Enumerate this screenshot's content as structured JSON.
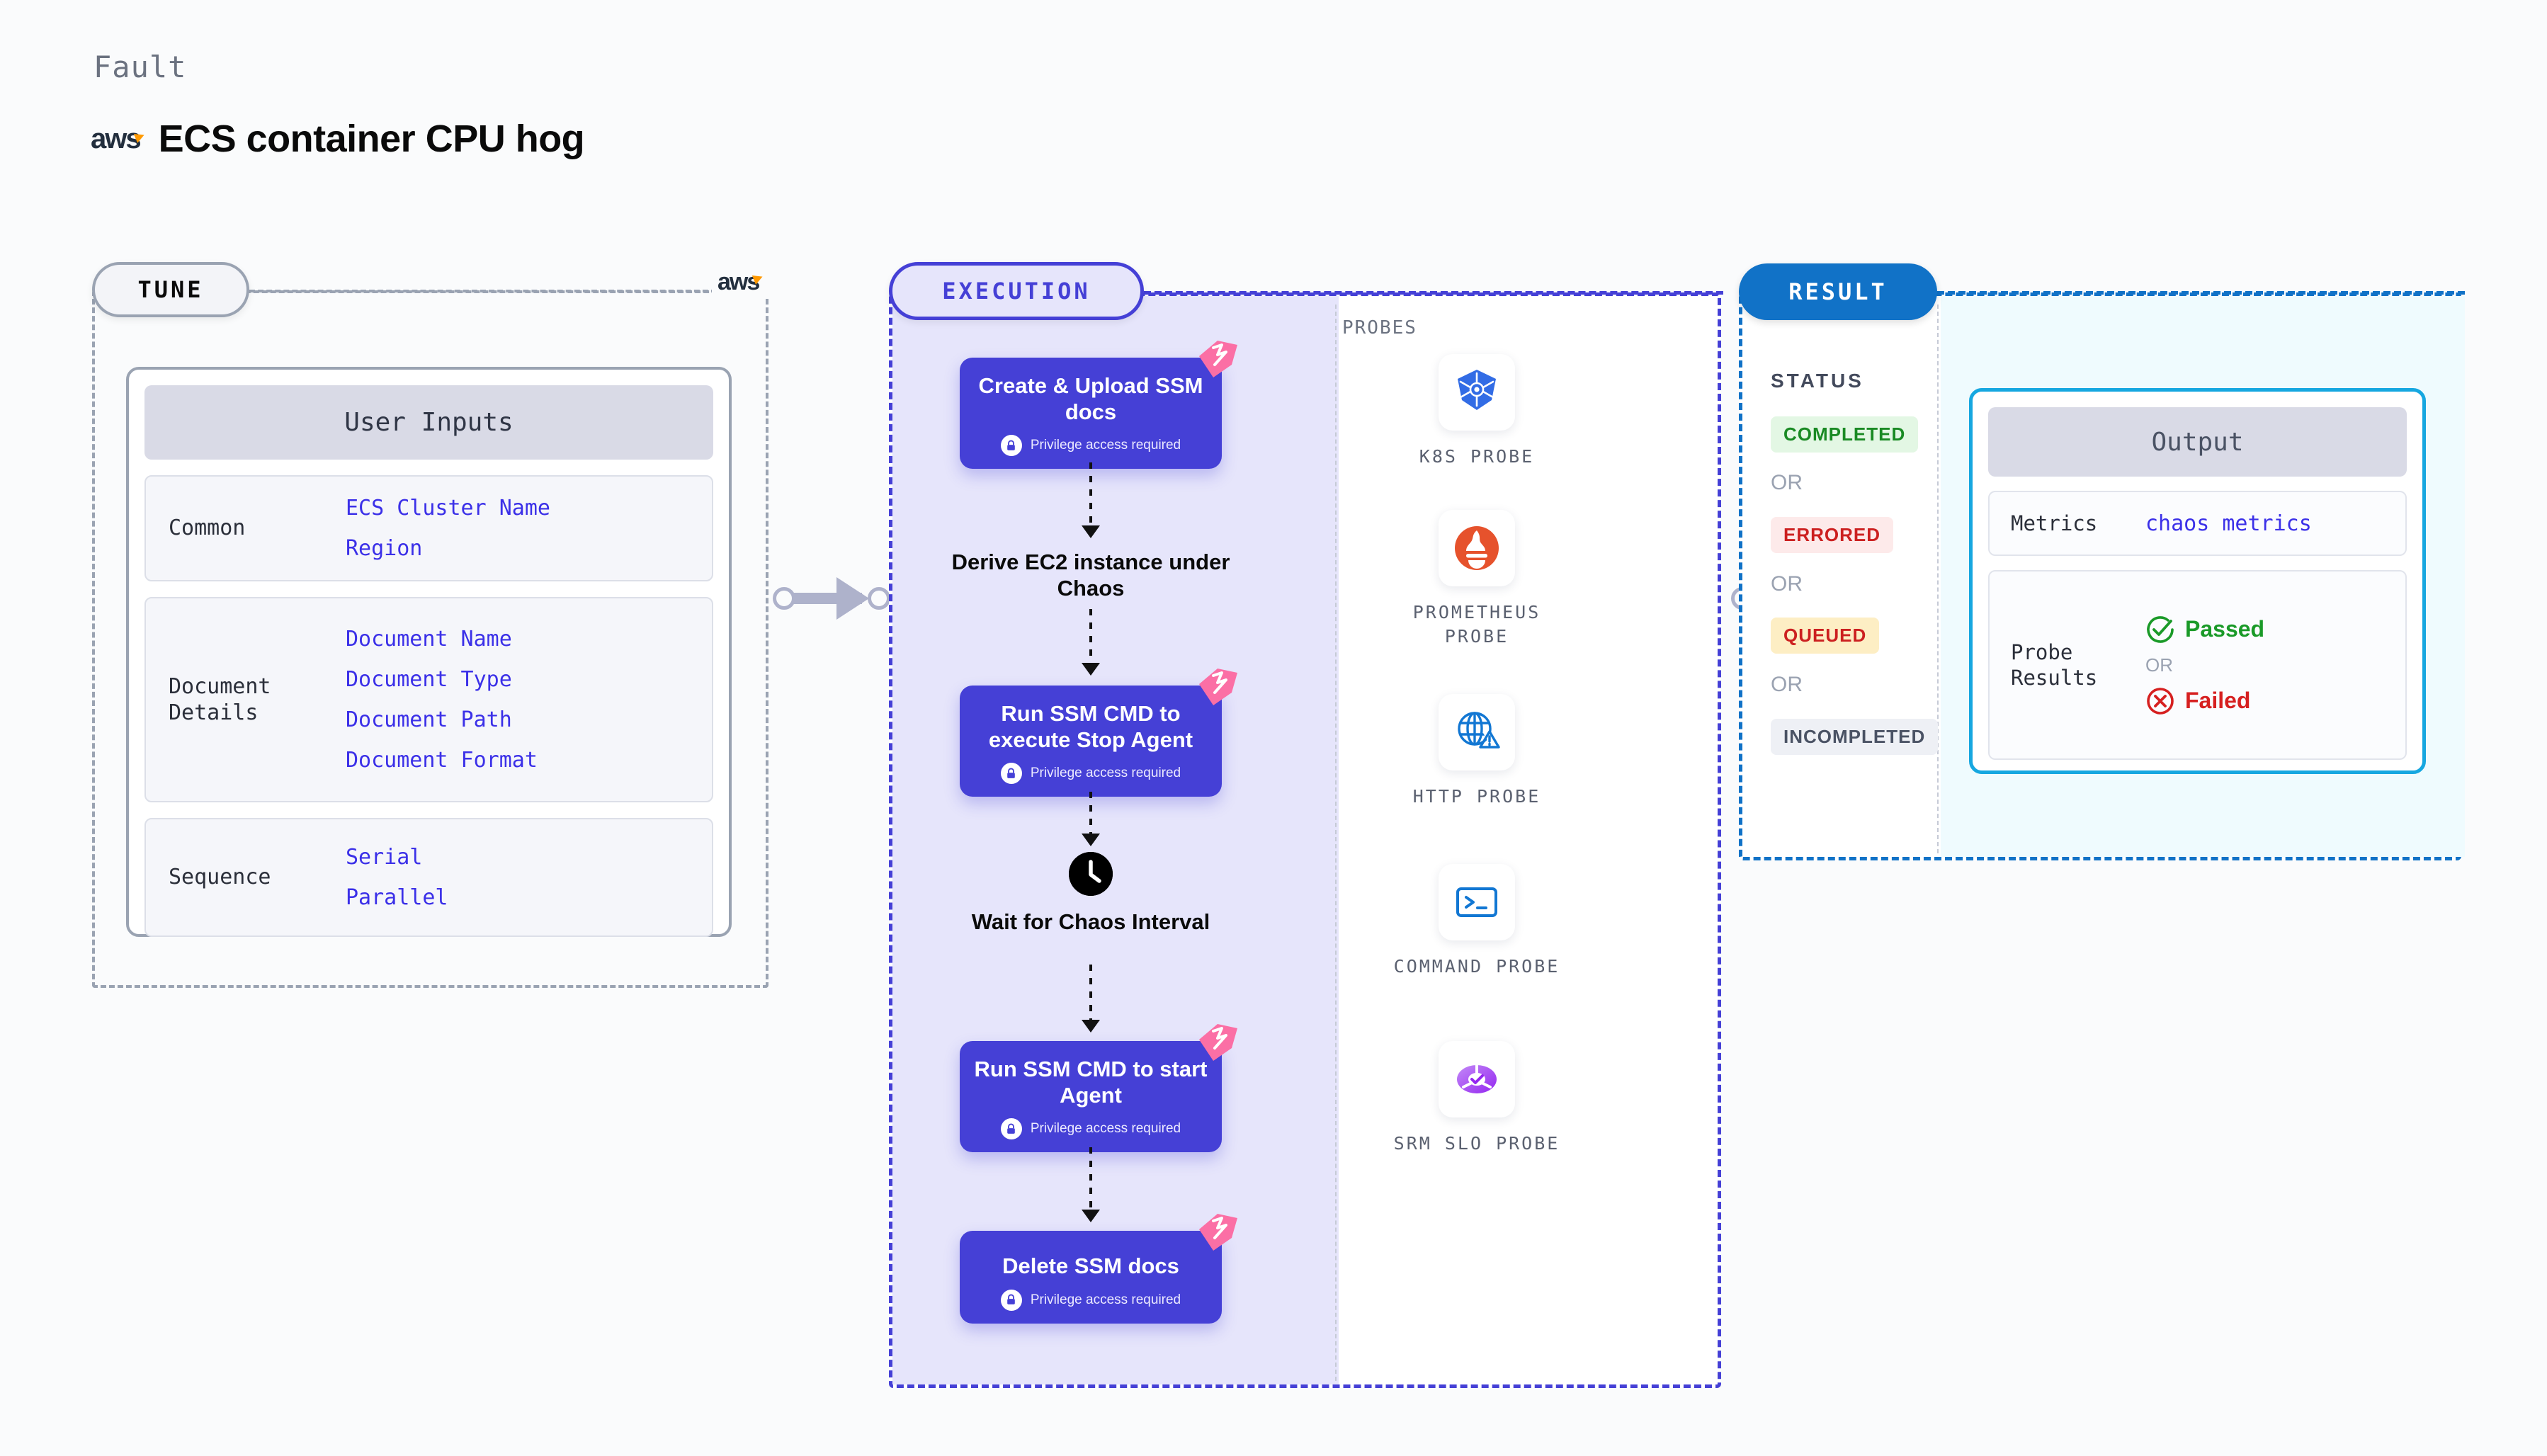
{
  "header": {
    "eyebrow": "Fault",
    "title": "ECS container CPU hog",
    "logo_text": "aws",
    "logo_name": "aws-logo"
  },
  "tune": {
    "pill_label": "TUNE",
    "card_title": "User Inputs",
    "sections": [
      {
        "label": "Common",
        "values": [
          "ECS Cluster Name",
          "Region"
        ]
      },
      {
        "label": "Document\nDetails",
        "values": [
          "Document Name",
          "Document Type",
          "Document Path",
          "Document Format"
        ]
      },
      {
        "label": "Sequence",
        "values": [
          "Serial",
          "Parallel"
        ]
      }
    ]
  },
  "execution": {
    "pill_label": "EXECUTION",
    "privilege_note": "Privilege access required",
    "steps": [
      {
        "type": "task",
        "label": "Create & Upload SSM docs",
        "privileged": true
      },
      {
        "type": "plain",
        "label": "Derive EC2 instance under Chaos"
      },
      {
        "type": "task",
        "label": "Run SSM CMD to execute Stop Agent",
        "privileged": true
      },
      {
        "type": "wait",
        "label": "Wait for Chaos Interval"
      },
      {
        "type": "task",
        "label": "Run SSM CMD to start Agent",
        "privileged": true
      },
      {
        "type": "task",
        "label": "Delete SSM docs",
        "privileged": true
      }
    ]
  },
  "probes": {
    "title": "PROBES",
    "items": [
      {
        "label": "K8S PROBE",
        "icon": "kubernetes-icon"
      },
      {
        "label": "PROMETHEUS PROBE",
        "icon": "prometheus-icon"
      },
      {
        "label": "HTTP PROBE",
        "icon": "http-globe-icon"
      },
      {
        "label": "COMMAND PROBE",
        "icon": "terminal-icon"
      },
      {
        "label": "SRM SLO PROBE",
        "icon": "srm-slo-icon"
      }
    ]
  },
  "result": {
    "pill_label": "RESULT",
    "status_title": "STATUS",
    "or_label": "OR",
    "statuses": [
      {
        "label": "COMPLETED",
        "bg": "#e3f7e4",
        "fg": "#1a8a24"
      },
      {
        "label": "ERRORED",
        "bg": "#fdeaea",
        "fg": "#cc2020"
      },
      {
        "label": "QUEUED",
        "bg": "#fdeec4",
        "fg": "#cc2020"
      },
      {
        "label": "INCOMPLETED",
        "bg": "#eef0f5",
        "fg": "#4a5264"
      }
    ],
    "output": {
      "title": "Output",
      "metrics_label": "Metrics",
      "metrics_value": "chaos metrics",
      "probe_label": "Probe\nResults",
      "passed_label": "Passed",
      "failed_label": "Failed",
      "or_label": "OR"
    }
  },
  "colors": {
    "node_purple": "#4540d6",
    "accent_pink": "#fb6fa5",
    "result_blue": "#1172c7",
    "output_cyan": "#16a7e0",
    "value_blue": "#3b30e8",
    "aws_orange": "#ff9900"
  }
}
